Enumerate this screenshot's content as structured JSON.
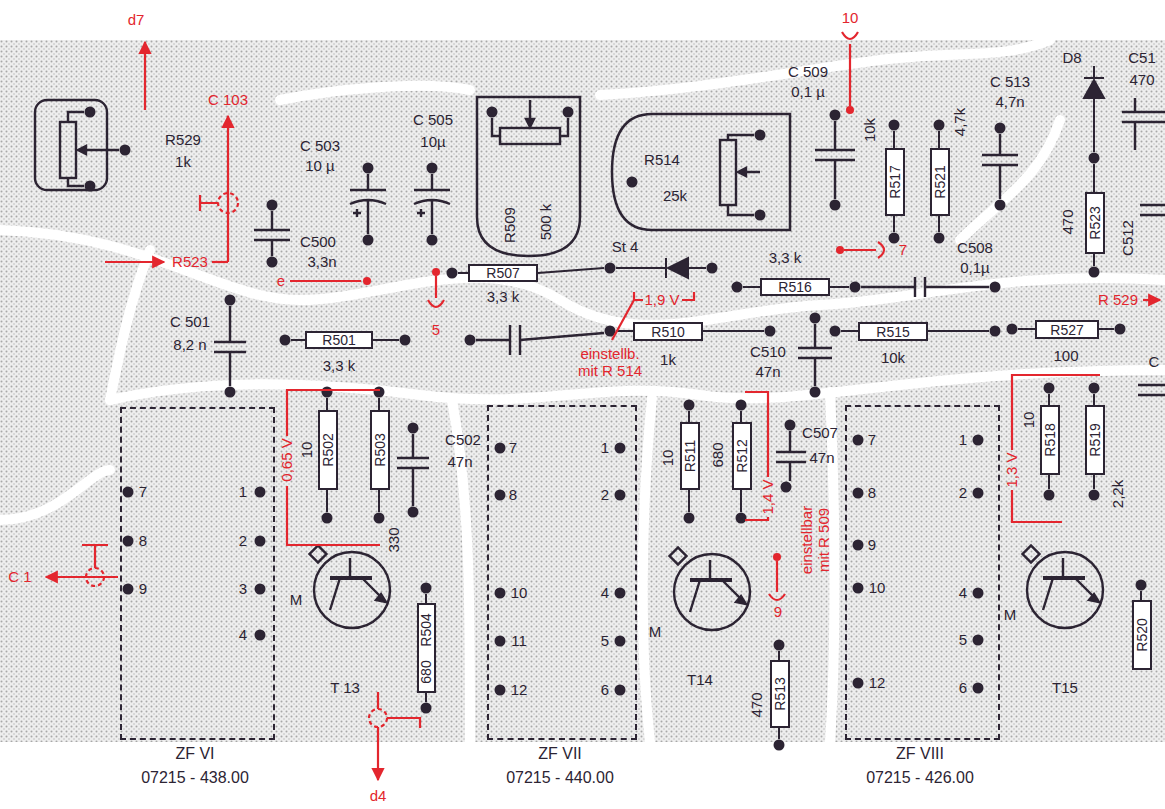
{
  "diagram": {
    "nodes": [
      {
        "text": [
          "R509",
          "500 k"
        ]
      },
      {
        "text": [
          "R514",
          "25k"
        ]
      },
      {
        "text": [
          "R517"
        ]
      },
      {
        "text": [
          "R521"
        ]
      },
      {
        "text": [
          "R523"
        ]
      },
      {
        "text": [
          "R507"
        ]
      },
      {
        "text": [
          "R516"
        ]
      },
      {
        "text": [
          "R501"
        ]
      },
      {
        "text": [
          "R510"
        ]
      },
      {
        "text": [
          "R515"
        ]
      },
      {
        "text": [
          "R527"
        ]
      },
      {
        "text": [
          "R502"
        ]
      },
      {
        "text": [
          "R503"
        ]
      },
      {
        "text": [
          "R511"
        ]
      },
      {
        "text": [
          "R512"
        ]
      },
      {
        "text": [
          "R518"
        ]
      },
      {
        "text": [
          "R519"
        ]
      },
      {
        "text": [
          "7",
          "8",
          "9",
          "1",
          "2",
          "3",
          "4",
          "ZF VI",
          "07215 - 438.00"
        ]
      },
      {
        "text": [
          "7",
          "8",
          "10",
          "11",
          "12",
          "1",
          "2",
          "4",
          "5",
          "6",
          "ZF VII",
          "07215 - 440.00"
        ]
      },
      {
        "text": [
          "7",
          "8",
          "9",
          "10",
          "12",
          "1",
          "2",
          "4",
          "5",
          "6",
          "ZF VIII",
          "07215 - 426.00"
        ]
      },
      {
        "text": [
          "R504",
          "680"
        ]
      },
      {
        "text": [
          "R513"
        ]
      },
      {
        "text": [
          "R520"
        ]
      }
    ],
    "labels": [
      "d7",
      "C 103",
      "R523",
      "R529",
      "1k",
      "C 503",
      "10 µ",
      "C 505",
      "10µ",
      "C 509",
      "0,1 µ",
      "10",
      "C 513",
      "4,7n",
      "D8",
      "C51",
      "470",
      "10k",
      "4,7k",
      "470",
      "C500",
      "3,3n",
      "e",
      "C 501",
      "8,2 n",
      "3,3 k",
      "5",
      "3,3 k",
      "St 4",
      "1,9 V",
      "einstellb. mit R 514",
      "3,3 k",
      "7",
      "C508",
      "0,1µ",
      "1k",
      "C510",
      "47n",
      "10k",
      "100",
      "C512",
      "R 529",
      "0,65 V",
      "10",
      "330",
      "C502",
      "47n",
      "M",
      "T 13",
      "d4",
      "C 1",
      "10",
      "680",
      "C507",
      "47n",
      "1,4 V",
      "einstellbar mit R 509",
      "9",
      "T14",
      "M",
      "470",
      "1,3 V",
      "10",
      "2,2k",
      "M",
      "T15",
      "C"
    ]
  }
}
